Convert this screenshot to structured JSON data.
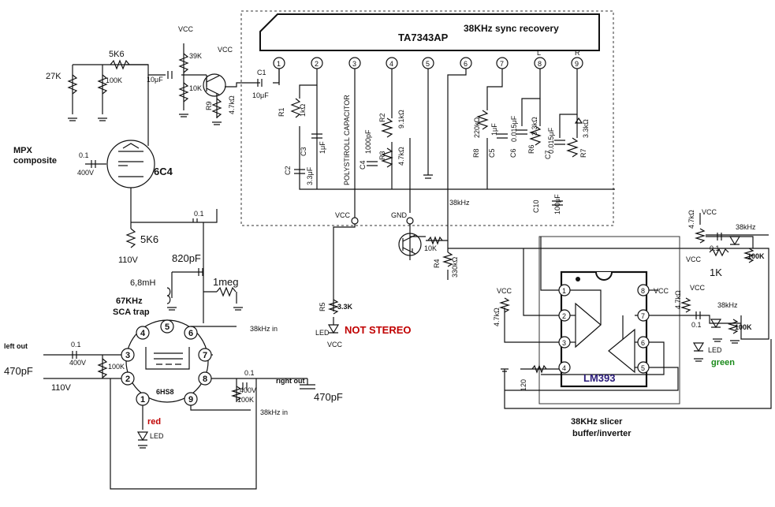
{
  "ic_main": {
    "name": "TA7343AP",
    "title": "38KHz sync recovery",
    "pins": [
      "1",
      "2",
      "3",
      "4",
      "5",
      "6",
      "7",
      "8",
      "9"
    ],
    "pin_L": "L",
    "pin_R": "R",
    "vcc_label": "VCC",
    "gnd_label": "GND",
    "hz_label": "38kHz"
  },
  "labels": {
    "mpx": "MPX",
    "composite": "composite",
    "tube1": "6C4",
    "r27k": "27K",
    "r5k6_top": "5K6",
    "r100k_top": "100K",
    "c10uf_a": "10μF",
    "r39k": "39K",
    "r10k_base": "10K",
    "vcc_a": "VCC",
    "vcc_b": "VCC",
    "r9": "R9",
    "r9v": "4.7kΩ",
    "c1": "C1",
    "c1v": "10μF",
    "c01": "0.1",
    "c400v": "400V",
    "r5k6_plate": "5K6",
    "v110_a": "110V",
    "c820": "820pF",
    "l68": "6,8mH",
    "r1meg": "1meg",
    "sca1": "67KHz",
    "sca2": "SCA trap",
    "tube2": "6HS8",
    "in38_a": "38kHz in",
    "in38_b": "38kHz in",
    "left_out": "left out",
    "right_out": "right out",
    "c470_a": "470pF",
    "c470_b": "470pF",
    "v110_b": "110V",
    "red": "red",
    "green": "green",
    "led": "LED",
    "r5": "R5",
    "r5v": "3.3K",
    "not_stereo": "NOT STEREO",
    "r10k_q": "10K",
    "r4": "R4",
    "r4v": "330kΩ",
    "poly": "POLYSTIROLL CAPACITOR",
    "r1": "R1",
    "r1v": "1kΩ",
    "c3": "C3",
    "c3v": "1μF",
    "c2": "C2",
    "c2v": "3.3μF",
    "c4": "C4",
    "c4v": "1000pF",
    "r2": "R2",
    "r2v": "9.1kΩ",
    "r3": "R3",
    "r3v": "4.7kΩ",
    "r8": "R8",
    "r8v": "220kΩ",
    "c5": "C5",
    "c5v": "1μF",
    "c6": "C6",
    "c6v": "0.015μF",
    "r6": "R6",
    "r6v": "3.3kΩ",
    "c7": "C7",
    "c7v": "0.015μF",
    "r7": "R7",
    "r7v": "3.3kΩ",
    "c10": "C10",
    "c10v": "100μF",
    "lm393": "LM393",
    "slicer1": "38KHz slicer",
    "slicer2": "buffer/inverter",
    "r47k_a": "4.7kΩ",
    "r47k_b": "4.7kΩ",
    "r47k_c": "4.7kΩ",
    "r100k_c": "100K",
    "r100k_d": "100K",
    "r1k": "1K",
    "r120": "120",
    "hz38_c": "38kHz",
    "hz38_d": "38kHz",
    "c01_c": "0.1",
    "c01_d": "0.1",
    "c01_e": "0.1",
    "c01_f": "0.1",
    "tube_pins": [
      "1",
      "2",
      "3",
      "4",
      "5",
      "6",
      "7",
      "8",
      "9"
    ],
    "lm_pins": [
      "1",
      "2",
      "3",
      "4",
      "5",
      "6",
      "7",
      "8"
    ],
    "vcc_lm": "VCC",
    "vcc_c": "VCC",
    "vcc_d": "VCC",
    "vcc_e": "VCC"
  }
}
